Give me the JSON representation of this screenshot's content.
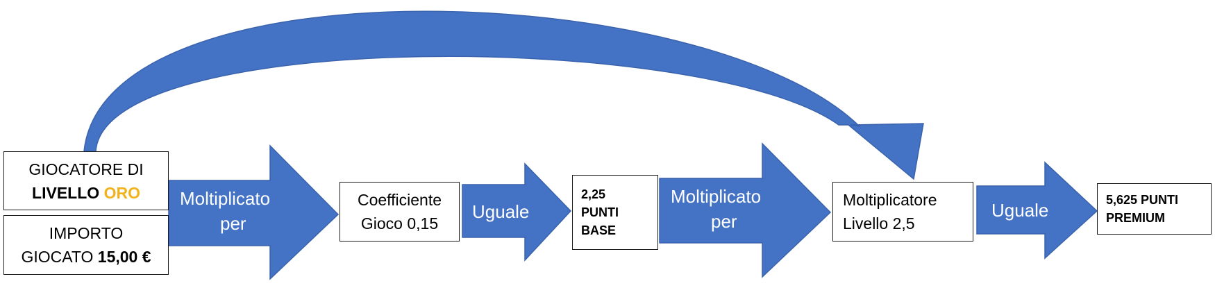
{
  "colors": {
    "arrow_fill": "#4472c4",
    "arrow_stroke": "#3a63ad",
    "highlight_gold": "#f2b21b",
    "box_border": "#1a1a1a"
  },
  "nodes": {
    "player_level": {
      "line1": "GIOCATORE DI",
      "line2_bold": "LIVELLO",
      "line2_highlight": "ORO"
    },
    "amount": {
      "line1": "IMPORTO",
      "line2": "GIOCATO",
      "line2_bold": "15,00 €"
    },
    "coefficient": {
      "line1": "Coefficiente",
      "line2": "Gioco 0,15"
    },
    "base_points": {
      "line1": "2,25",
      "line2": "PUNTI",
      "line3": "BASE"
    },
    "level_multiplier": {
      "line1": "Moltiplicatore",
      "line2": "Livello 2,5"
    },
    "premium_points": {
      "line1": "5,625 PUNTI",
      "line2": "PREMIUM"
    }
  },
  "arrows": {
    "multiply_1": {
      "line1": "Moltiplicato",
      "line2": "per"
    },
    "equals_1": {
      "label": "Uguale"
    },
    "multiply_2": {
      "line1": "Moltiplicato",
      "line2": "per"
    },
    "equals_2": {
      "label": "Uguale"
    }
  }
}
